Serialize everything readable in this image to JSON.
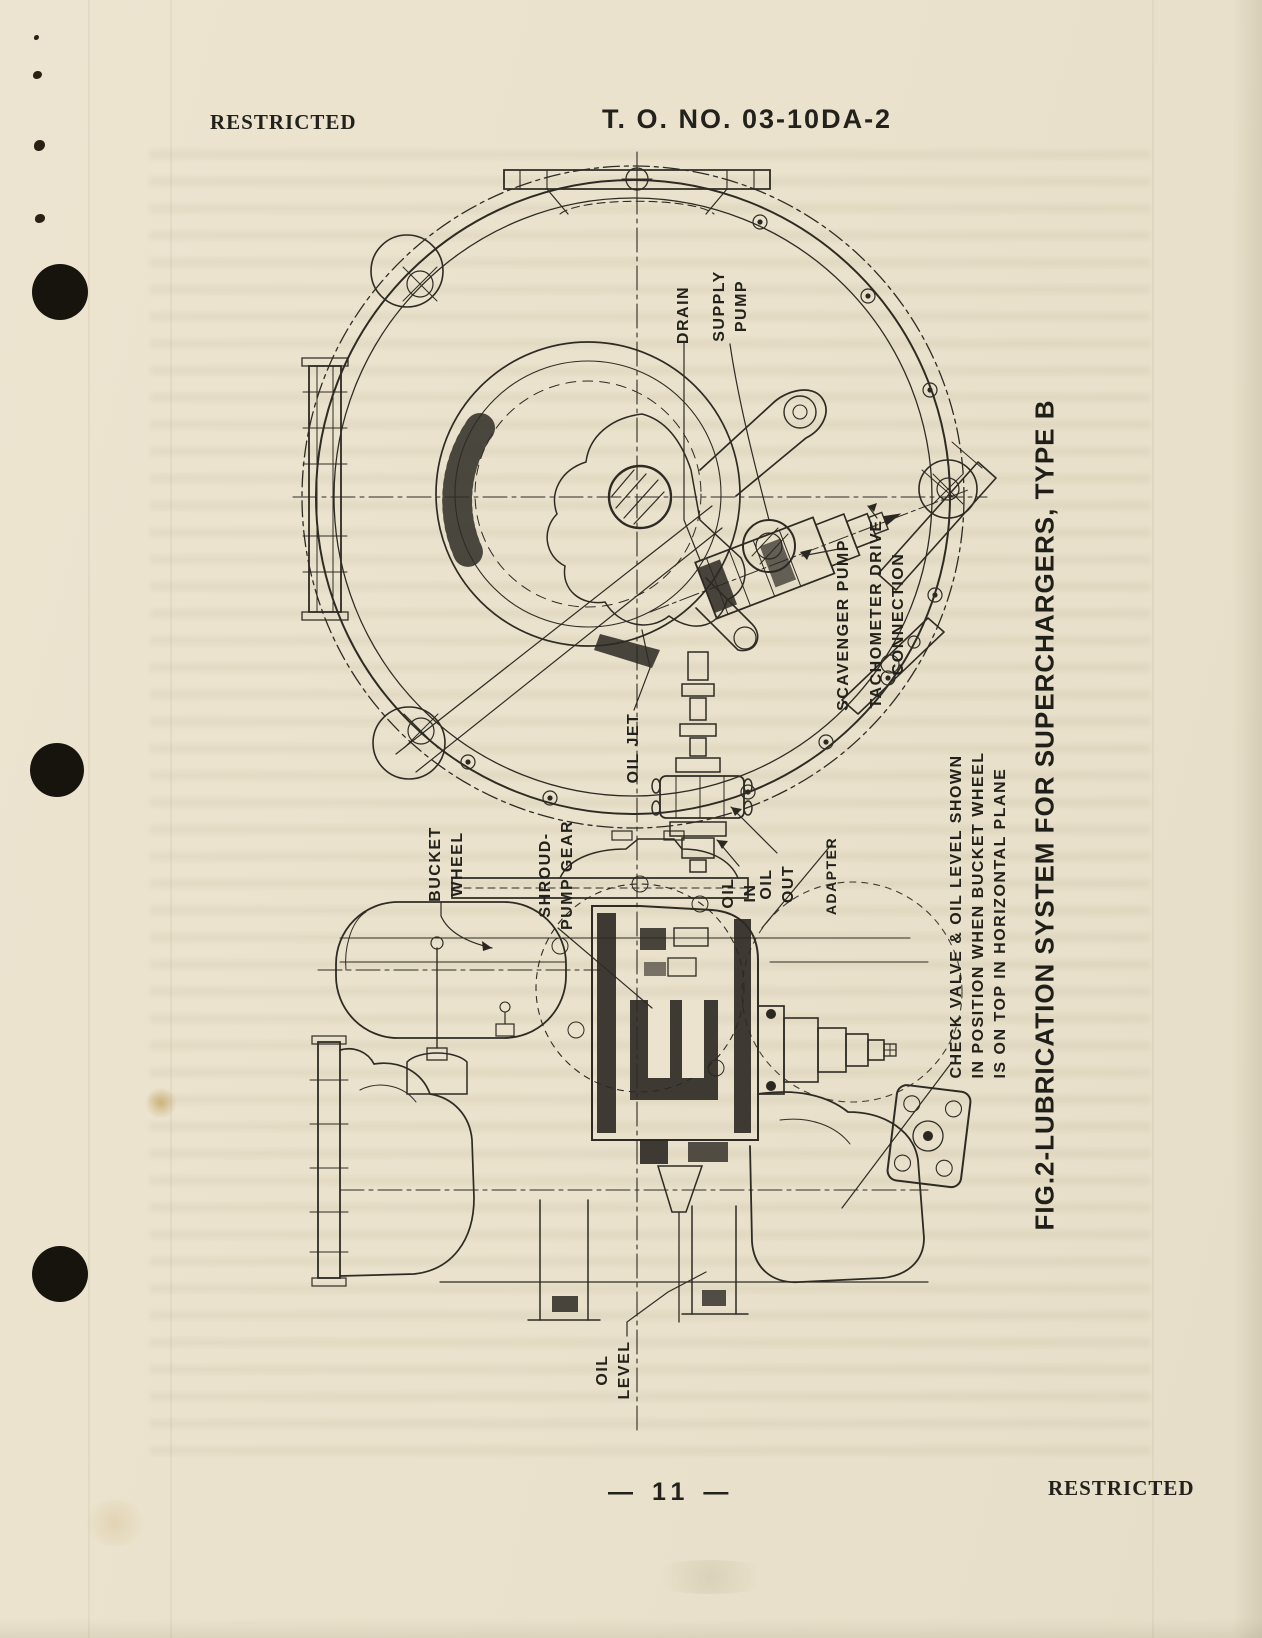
{
  "page": {
    "header": {
      "classification": "RESTRICTED",
      "doc_number": "T. O. NO. 03-10DA-2"
    },
    "footer": {
      "page_number": "— 11 —",
      "classification": "RESTRICTED"
    }
  },
  "figure": {
    "caption": "FIG.2-LUBRICATION SYSTEM FOR SUPERCHARGERS, TYPE B",
    "labels": {
      "drain": [
        "DRAIN"
      ],
      "supply_pump": [
        "SUPPLY",
        "PUMP"
      ],
      "scavenger_pump": [
        "SCAVENGER PUMP"
      ],
      "tachometer_drive": [
        "TACHOMETER DRIVE",
        "CONNECTION"
      ],
      "oil_jet": [
        "OIL JET"
      ],
      "bucket_wheel": [
        "BUCKET",
        "WHEEL"
      ],
      "shroud_pump_gear": [
        "SHROUD-",
        "PUMP GEAR"
      ],
      "oil_in": [
        "OIL",
        "IN"
      ],
      "oil_out": [
        "OIL",
        "OUT"
      ],
      "adapter": [
        "ADAPTER"
      ],
      "oil_level": [
        "OIL",
        "LEVEL"
      ]
    },
    "note": [
      "CHECK VALVE & OIL LEVEL SHOWN",
      "IN POSITION WHEN BUCKET WHEEL",
      "IS ON TOP IN HORIZONTAL PLANE"
    ]
  },
  "colors": {
    "paper": "#eae2cc",
    "ink": "#2b2822",
    "punch_hole": "#17140e",
    "stain": "#b98f3e"
  }
}
